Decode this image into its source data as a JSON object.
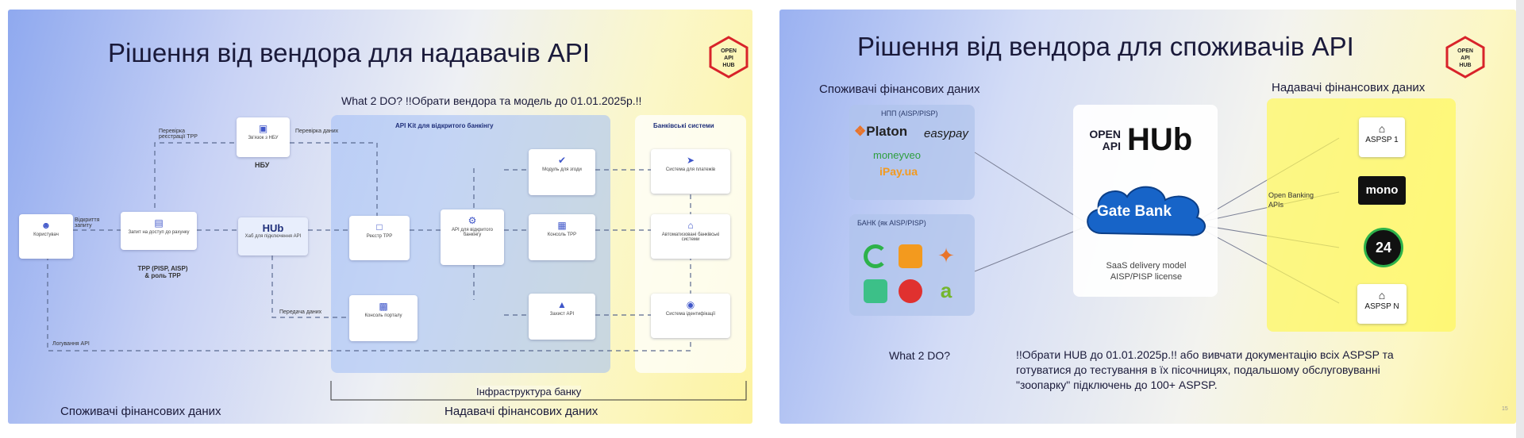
{
  "left_slide": {
    "title": "Рішення від вендора для надавачів API",
    "what2do": "What 2 DO?   !!Обрати вендора та модель до 01.01.2025р.!!",
    "consumers_label": "Споживачі фінансових даних",
    "providers_label": "Надавачі фінансових даних",
    "infra_label": "Інфраструктура банку",
    "api_kit_title": "API Kit для відкритого банкінгу",
    "bank_systems_title": "Банківські системи",
    "nbu_label": "НБУ",
    "tpp_label": "TPP (PISP, AISP) & роль TPP",
    "client_box": "Користувач",
    "nbu_box": "Зв'язок з НБУ",
    "tpp_box": "Запит на доступ до рахунку",
    "hub_box": "Хаб для підключення API",
    "hub_logo": "HUb",
    "kit_boxes": [
      "Реєстр TPP",
      "API для відкритого банкінгу",
      "Модуль для згоди",
      "Консоль TPP",
      "Захист API",
      "Консоль порталу"
    ],
    "bank_boxes": [
      "Система для платежів",
      "Автоматизовані банківські системи",
      "Система ідентифікації"
    ],
    "edge_labels": [
      "Перевірка реєстрації TPP",
      "Відкриття запиту",
      "Перевірка даних",
      "Передача даних",
      "Логування API"
    ],
    "logo_text": [
      "OPEN",
      "API",
      "HUB"
    ]
  },
  "right_slide": {
    "title": "Рішення від вендора для споживачів API",
    "consumers_heading": "Споживачі фінансових даних",
    "providers_heading": "Надавачі фінансових даних",
    "npp_title": "НПП (AISP/PISP)",
    "npp_brands": [
      "Platon",
      "easypay",
      "moneyveo",
      "iPay.ua"
    ],
    "bank_group_title": "БАНК (як AISP/PISP)",
    "hub_logo_prefix": "OPEN API",
    "hub_logo_main": "HUb",
    "gatebank": "Gate Bank",
    "saas_text": "SaaS delivery model AISP/PISP license",
    "open_banking_label": "Open Banking APIs",
    "aspsp": [
      "ASPSP 1",
      "mono",
      "24",
      "ASPSP N"
    ],
    "what2do_label": "What 2 DO?",
    "what2do_text": "!!Обрати HUB до 01.01.2025р.!! або вивчати документацію всіх ASPSP та готуватися до тестування в їх пісочницях, подальшому обслуговуванні \"зоопарку\" підключень до 100+ ASPSP.",
    "logo_text": [
      "OPEN",
      "API",
      "HUB"
    ],
    "page_number": "15"
  },
  "colors": {
    "accent_red": "#d8232a",
    "blue": "#3f56c9",
    "hub_blue": "#1764c8",
    "privat_green": "#2db24a",
    "mono_black": "#111111"
  }
}
